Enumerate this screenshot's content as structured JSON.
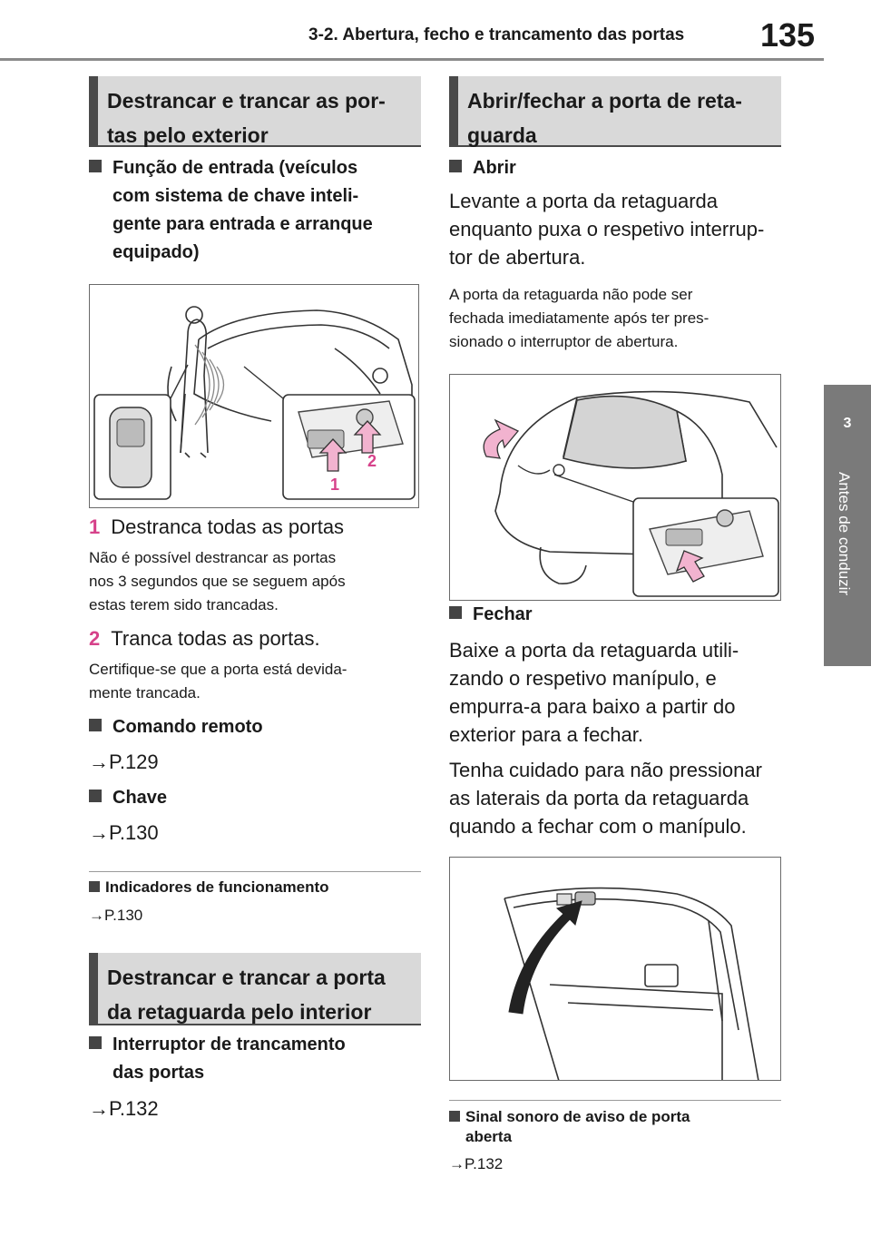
{
  "header": {
    "title": "3-2. Abertura, fecho e trancamento das portas",
    "page_number": "135"
  },
  "side_tab": {
    "number": "3",
    "label": "Antes de conduzir"
  },
  "left": {
    "section1": {
      "title_line1": "Destrancar e trancar as por-",
      "title_line2": "tas pelo exterior"
    },
    "entry_heading": [
      "Função de entrada (veículos",
      "com sistema de chave inteli-",
      "gente para entrada e arranque",
      "equipado)"
    ],
    "figure1": {
      "label1": "1",
      "label2": "2"
    },
    "item1": {
      "num": "1",
      "text": "Destranca todas as portas"
    },
    "note1": [
      "Não é possível destrancar as portas",
      "nos 3 segundos que se seguem após",
      "estas terem sido trancadas."
    ],
    "item2": {
      "num": "2",
      "text": "Tranca todas as portas."
    },
    "note2": [
      "Certifique-se que a porta está devida-",
      "mente trancada."
    ],
    "remote": {
      "heading": "Comando remoto",
      "ref": "→P.129"
    },
    "key": {
      "heading": "Chave",
      "ref": "→P.130"
    },
    "indicators": {
      "heading": "Indicadores de funcionamento",
      "ref": "→P.130"
    },
    "section2": {
      "title_line1": "Destrancar e trancar a porta",
      "title_line2": "da retaguarda pelo interior"
    },
    "switch": {
      "heading_line1": "Interruptor de trancamento",
      "heading_line2": "das portas",
      "ref": "→P.132"
    }
  },
  "right": {
    "section": {
      "title_line1": "Abrir/fechar a porta de reta-",
      "title_line2": "guarda"
    },
    "open": {
      "heading": "Abrir",
      "body": [
        "Levante a porta da retaguarda",
        "enquanto puxa o respetivo interrup-",
        "tor de abertura."
      ],
      "note": [
        "A porta da retaguarda não pode ser",
        "fechada imediatamente após ter pres-",
        "sionado o interruptor de abertura."
      ]
    },
    "close": {
      "heading": "Fechar",
      "body1": [
        "Baixe a porta da retaguarda utili-",
        "zando o respetivo manípulo, e",
        "empurra-a para baixo a partir do",
        "exterior para a fechar."
      ],
      "body2": [
        "Tenha cuidado para não pressionar",
        "as laterais da porta da retaguarda",
        "quando a fechar com o manípulo."
      ]
    },
    "warning": {
      "heading_line1": "Sinal sonoro de aviso de porta",
      "heading_line2": "aberta",
      "ref": "→P.132"
    }
  },
  "colors": {
    "accent": "#d6428a",
    "tab": "#7a7a7a",
    "section_bg": "#d9d9d9"
  }
}
